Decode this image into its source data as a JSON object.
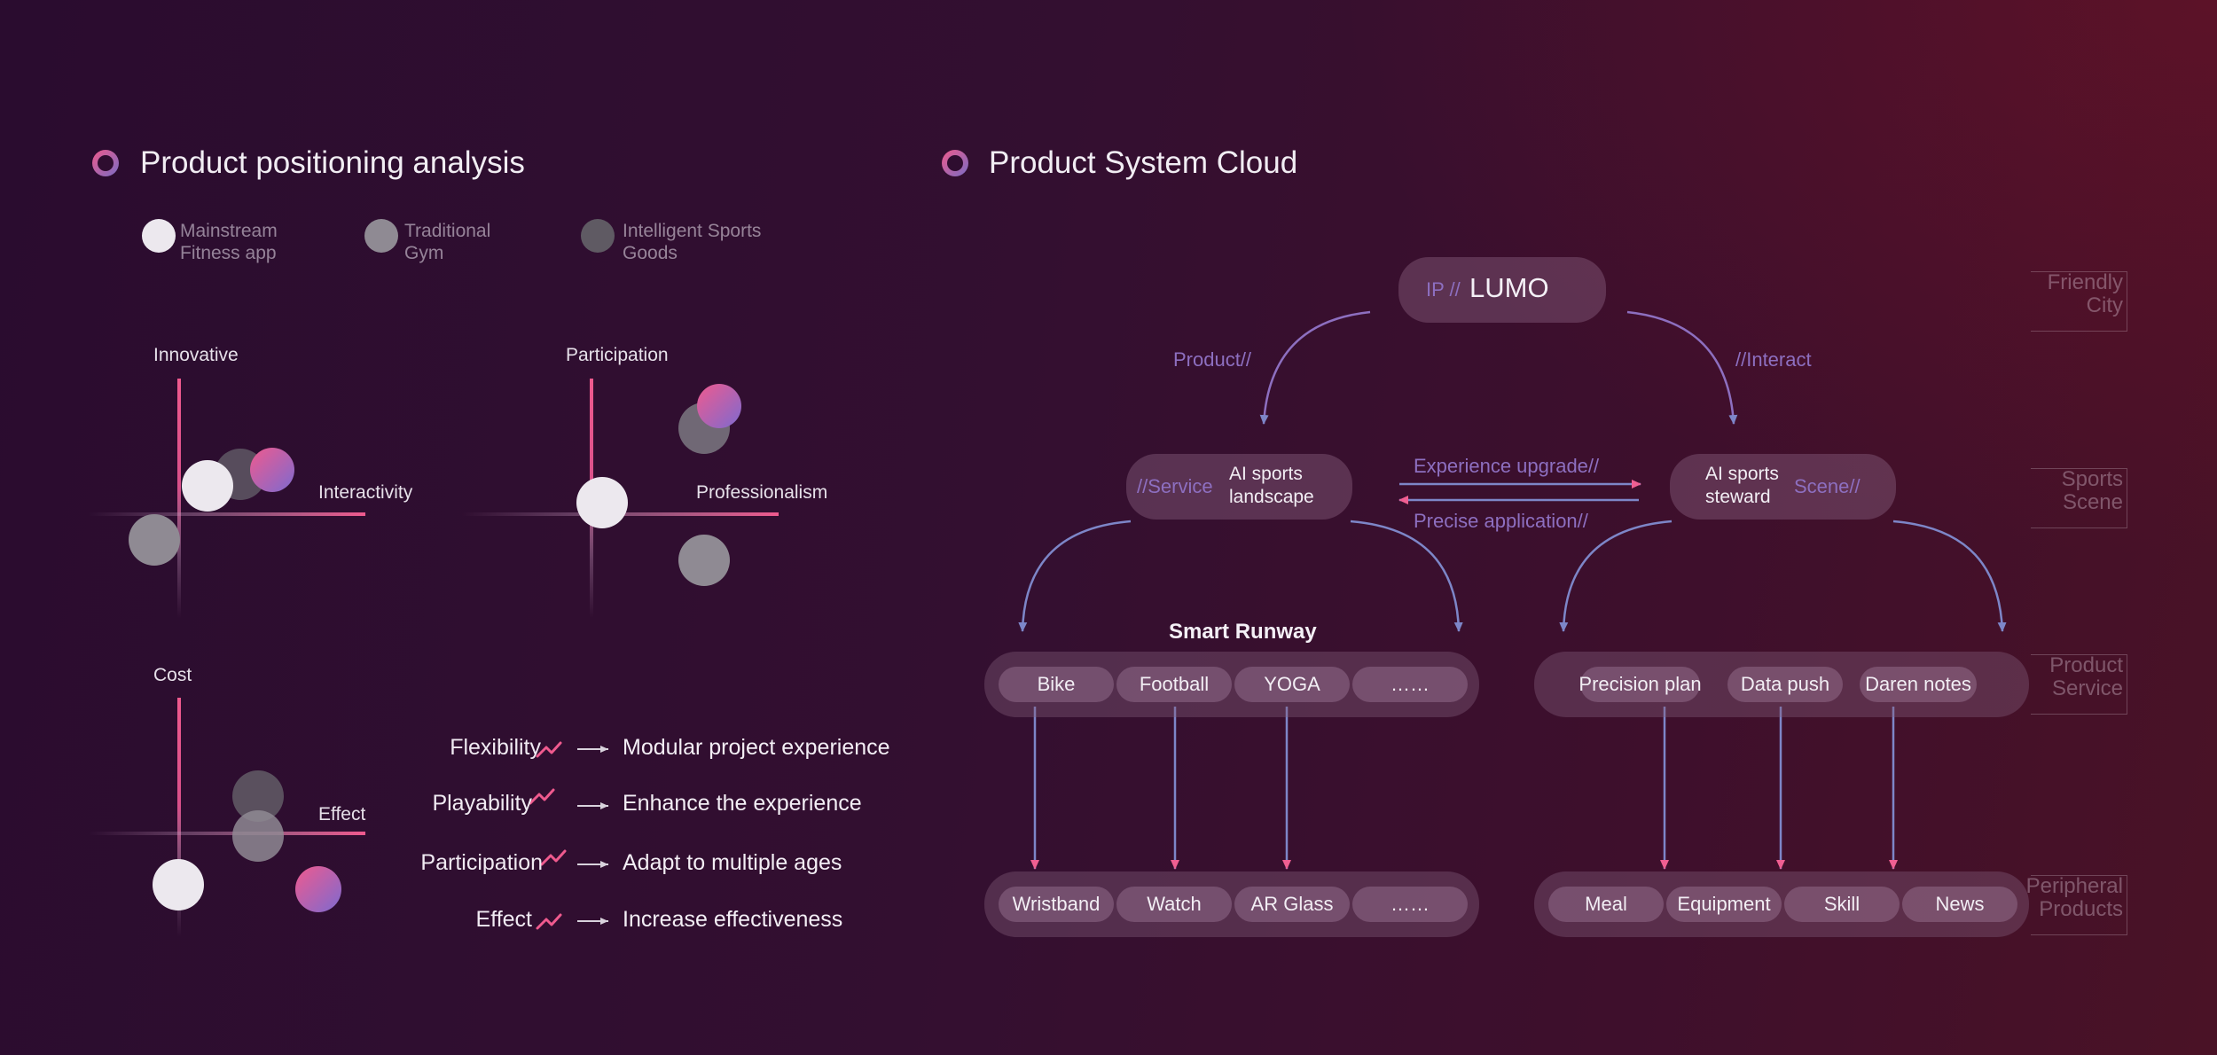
{
  "left": {
    "title": "Product positioning analysis",
    "legend": [
      {
        "label": "Mainstream\nFitness app",
        "color": "#ece8ee"
      },
      {
        "label": "Traditional\nGym",
        "color": "#8f8a93"
      },
      {
        "label": "Intelligent Sports\nGoods",
        "color": "#5f5a63"
      }
    ],
    "charts": [
      {
        "y_axis": "Innovative",
        "x_axis": "Interactivity"
      },
      {
        "y_axis": "Participation",
        "x_axis": "Professionalism"
      },
      {
        "y_axis": "Cost",
        "x_axis": "Effect"
      }
    ],
    "features": [
      {
        "name": "Flexibility",
        "result": "Modular project experience"
      },
      {
        "name": "Playability",
        "result": "Enhance the experience"
      },
      {
        "name": "Participation",
        "result": "Adapt to multiple ages"
      },
      {
        "name": "Effect",
        "result": "Increase effectiveness"
      }
    ]
  },
  "right": {
    "title": "Product System Cloud",
    "root": {
      "prefix": "IP //",
      "name": "LUMO"
    },
    "branch_left_label": "Product//",
    "branch_right_label": "//Interact",
    "service_node": {
      "tag": "//Service",
      "line1": "AI sports",
      "line2": "landscape"
    },
    "scene_node": {
      "line1": "AI sports",
      "line2": "steward",
      "tag": "Scene//"
    },
    "exchange_top": "Experience upgrade//",
    "exchange_bottom": "Precise application//",
    "runway_title": "Smart Runway",
    "left_services": [
      "Bike",
      "Football",
      "YOGA",
      "……"
    ],
    "right_services": [
      "Precision plan",
      "Data push",
      "Daren notes"
    ],
    "left_products": [
      "Wristband",
      "Watch",
      "AR Glass",
      "……"
    ],
    "right_products": [
      "Meal",
      "Equipment",
      "Skill",
      "News"
    ],
    "side_labels": [
      "Friendly\nCity",
      "Sports\nScene",
      "Product\nService",
      "Peripheral\nProducts"
    ],
    "colors": {
      "pink": "#ef5f92",
      "blue": "#7d86c8",
      "purple": "#8d6fc0"
    }
  }
}
